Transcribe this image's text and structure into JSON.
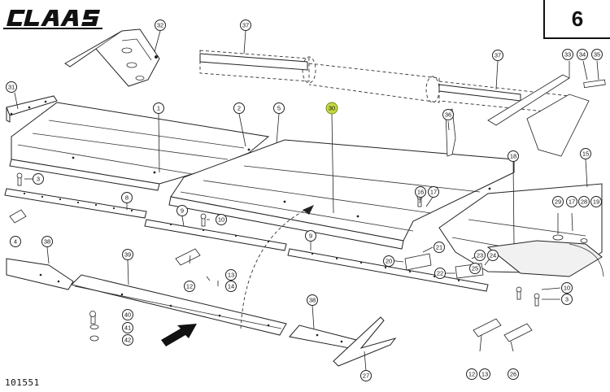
{
  "header": {
    "brand": "CLAAS",
    "page_number": "6"
  },
  "footer": {
    "drawing_number": "101551"
  },
  "callouts": {
    "c1": "1",
    "c2": "2",
    "c3a": "3",
    "c3b": "3",
    "c4": "4",
    "c5": "5",
    "c8": "8",
    "c9a": "9",
    "c9b": "9",
    "c10a": "10",
    "c10b": "10",
    "c12a": "12",
    "c12b": "12",
    "c13a": "13",
    "c13b": "13",
    "c14": "14",
    "c15": "15",
    "c16": "16",
    "c17a": "17",
    "c17b": "17",
    "c18": "18",
    "c19": "19",
    "c20": "20",
    "c21": "21",
    "c22": "22",
    "c23": "23",
    "c24": "24",
    "c25": "25",
    "c26": "26",
    "c27": "27",
    "c28": "28",
    "c29": "29",
    "c30": "30",
    "c31": "31",
    "c32": "32",
    "c33": "33",
    "c34": "34",
    "c35": "35",
    "c36": "36",
    "c37a": "37",
    "c37b": "37",
    "c38a": "38",
    "c38b": "38",
    "c39": "39",
    "c40": "40",
    "c41": "41",
    "c42": "42"
  },
  "highlight_color": "#c6d844"
}
